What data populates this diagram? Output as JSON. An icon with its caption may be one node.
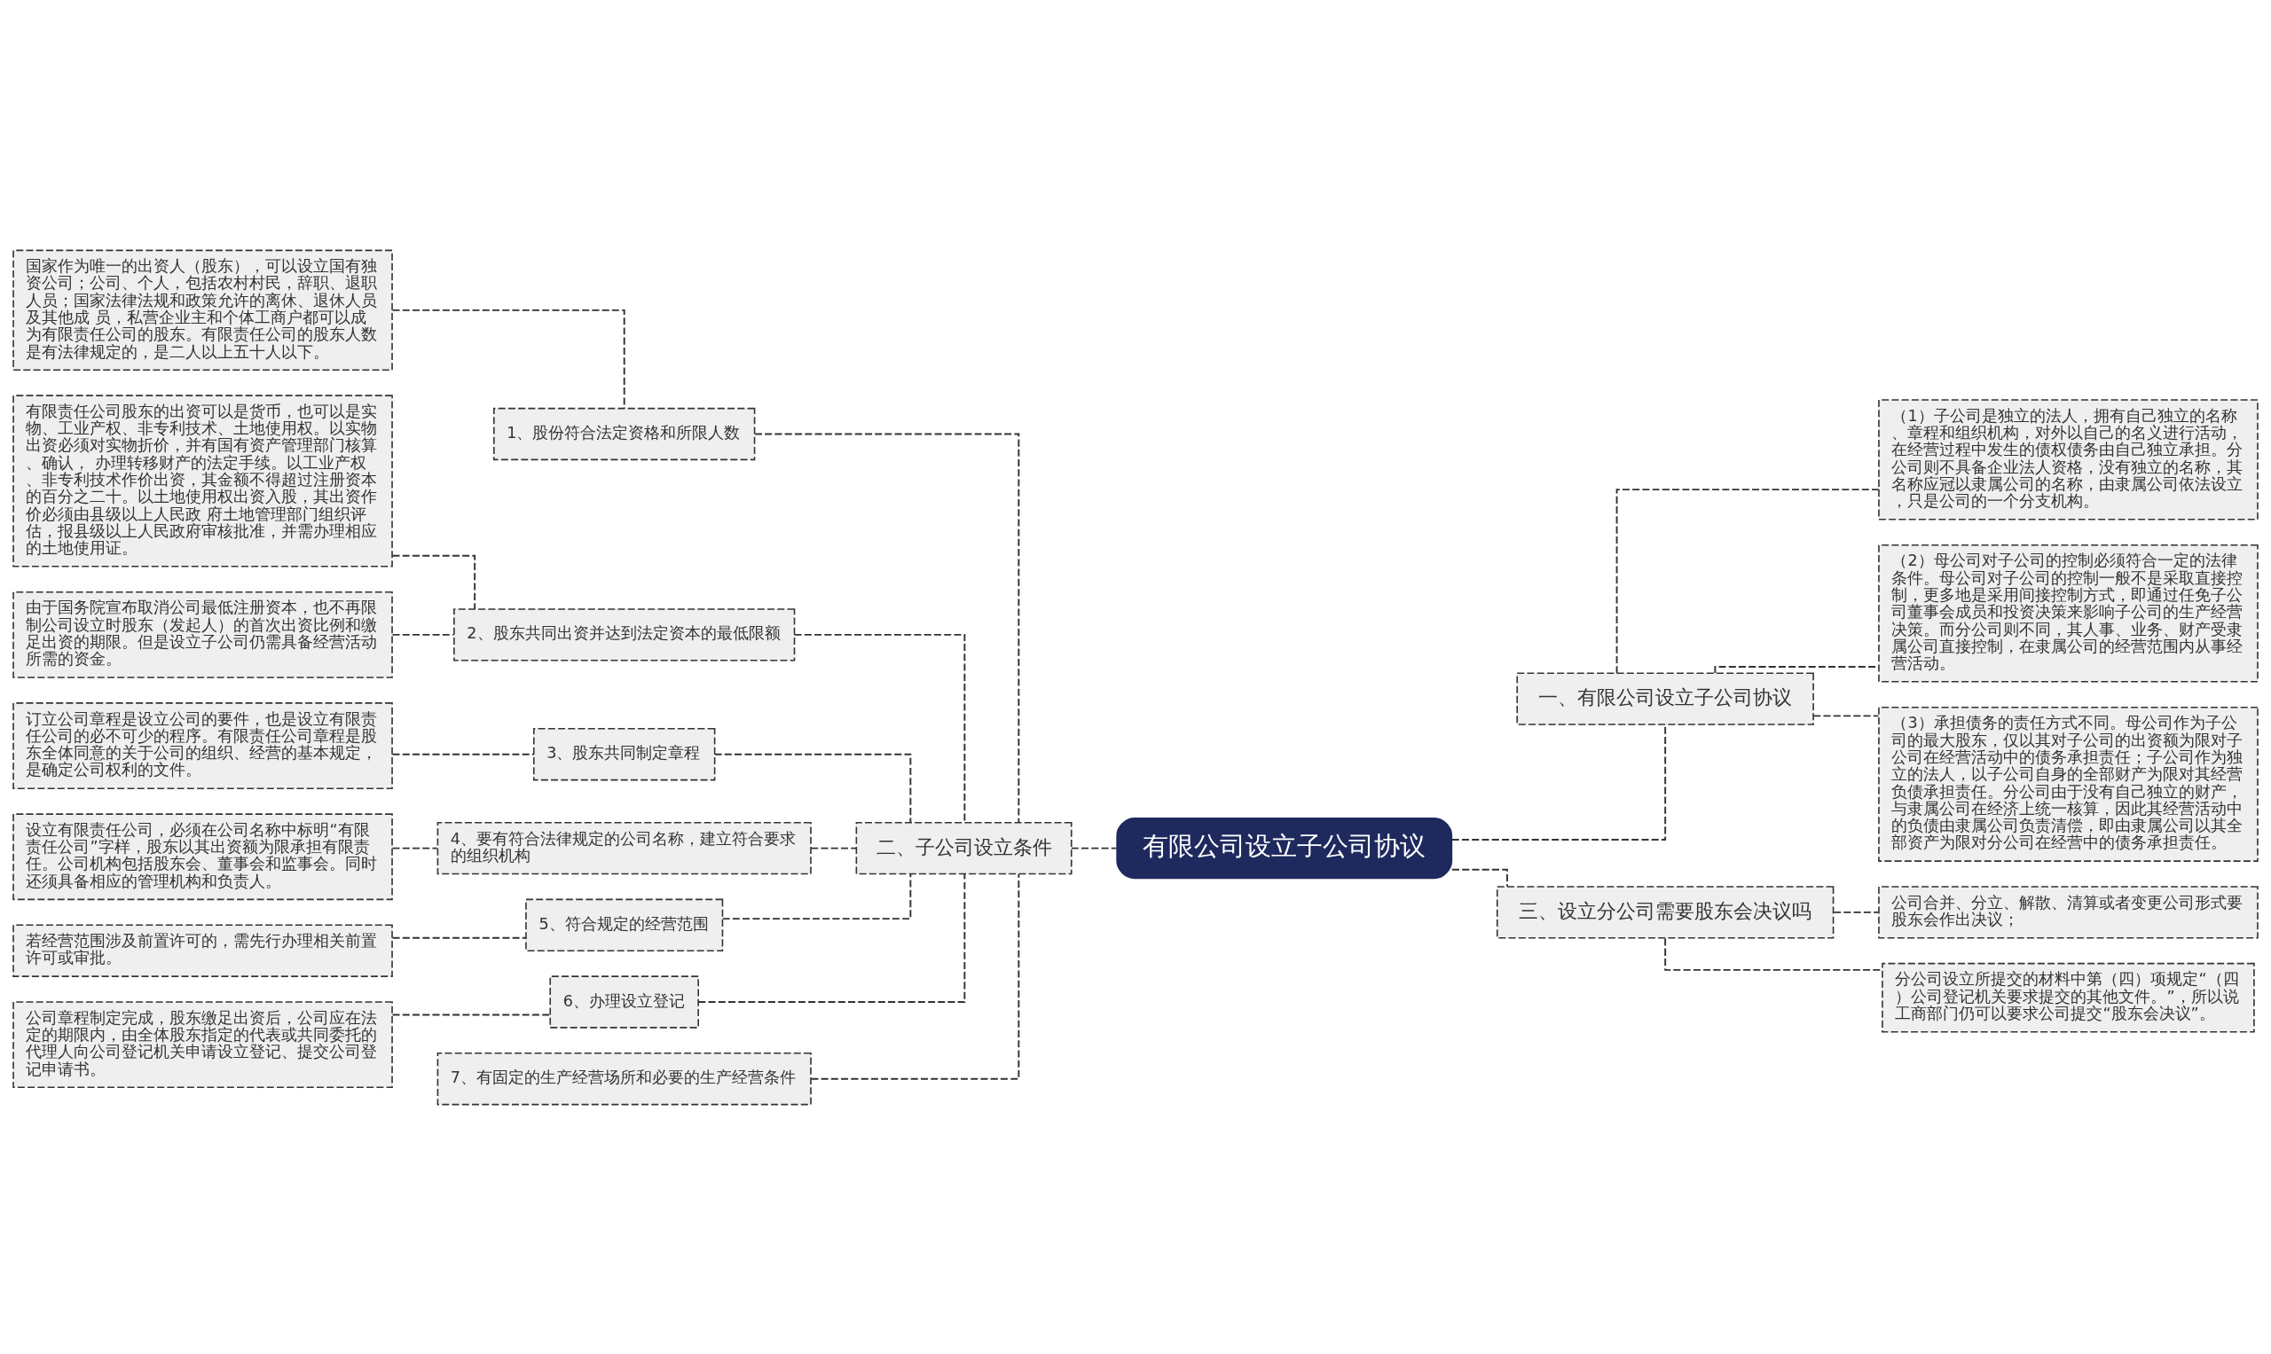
{
  "diagram": {
    "nodes": [
      {
        "text": [
          "有限公司设立子公司协议"
        ]
      },
      {
        "text": [
          "二、子公司设立条件"
        ]
      },
      {
        "text": [
          "1、股份符合法定资格和所限人数"
        ]
      },
      {
        "text": [
          "国家作为唯一的出资人（股东），可以设立国有独资公司；公司、个人，包括农村村民，辞职、退职人员；国家法律法规和政策允许的离休、退休人员及其他成 员，私营企业主和个体工商户都可以成为有限责任公司的股东。有限责任公司的股东人数是有法律规定的，是二人以上五十人以下。"
        ]
      },
      {
        "text": [
          "2、股东共同出资并达到法定资本的最低限额"
        ]
      },
      {
        "text": [
          "有限责任公司股东的出资可以是货币，也可以是实物、工业产权、非专利技术、土地使用权。以实物出资必须对实物折价，并有国有资产管理部门核算、确认， 办理转移财产的法定手续。以工业产权、非专利技术作价出资，其金额不得超过注册资本的百分之二十。以土地使用权出资入股，其出资作价必须由县级以上人民政 府土地管理部门组织评估，报县级以上人民政府审核批准，并需办理相应的土地使用证。"
        ]
      },
      {
        "text": [
          "由于国务院宣布取消公司最低注册资本，也不再限制公司设立时股东（发起人）的首次出资比例和缴足出资的期限。但是设立子公司仍需具备经营活动所需的资金。"
        ]
      },
      {
        "text": [
          "3、股东共同制定章程"
        ]
      },
      {
        "text": [
          "订立公司章程是设立公司的要件，也是设立有限责任公司的必不可少的程序。有限责任公司章程是股东全体同意的关于公司的组织、经营的基本规定，是确定公司权利的文件。"
        ]
      },
      {
        "text": [
          "4、要有符合法律规定的公司名称，建立符合要求的组织机构"
        ]
      },
      {
        "text": [
          "设立有限责任公司，必须在公司名称中标明“有限责任公司”字样，股东以其出资额为限承担有限责任。公司机构包括股东会、董事会和监事会。同时还须具备相应的管理机构和负责人。"
        ]
      },
      {
        "text": [
          "5、符合规定的经营范围"
        ]
      },
      {
        "text": [
          "若经营范围涉及前置许可的，需先行办理相关前置许可或审批。"
        ]
      },
      {
        "text": [
          "6、办理设立登记"
        ]
      },
      {
        "text": [
          "公司章程制定完成，股东缴足出资后，公司应在法定的期限内，由全体股东指定的代表或共同委托的代理人向公司登记机关申请设立登记、提交公司登记申请书。"
        ]
      },
      {
        "text": [
          "7、有固定的生产经营场所和必要的生产经营条件"
        ]
      },
      {
        "text": [
          "一、有限公司设立子公司协议"
        ]
      },
      {
        "text": [
          "（1）子公司是独立的法人，拥有自己独立的名称、章程和组织机构，对外以自己的名义进行活动，在经营过程中发生的债权债务由自己独立承担。分公司则不具备企业法人资格，没有独立的名称，其名称应冠以隶属公司的名称，由隶属公司依法设立，只是公司的一个分支机构。"
        ]
      },
      {
        "text": [
          "（2）母公司对子公司的控制必须符合一定的法律条件。母公司对子公司的控制一般不是采取直接控制，更多地是采用间接控制方式，即通过任免子公司董事会成员和投资决策来影响子公司的生产经营决策。而分公司则不同，其人事、业务、财产受隶属公司直接控制，在隶属公司的经营范围内从事经营活动。"
        ]
      },
      {
        "text": [
          "（3）承担债务的责任方式不同。母公司作为子公司的最大股东，仅以其对子公司的出资额为限对子公司在经营活动中的债务承担责任；子公司作为独立的法人，以子公司自身的全部财产为限对其经营负债承担责任。分公司由于没有自己独立的财产，与隶属公司在经济上统一核算，因此其经营活动中的负债由隶属公司负责清偿，即由隶属公司以其全部资产为限对分公司在经营中的债务承担责任。"
        ]
      },
      {
        "text": [
          "三、设立分公司需要股东会决议吗"
        ]
      },
      {
        "text": [
          "公司合并、分立、解散、清算或者变更公司形式要股东会作出决议；"
        ]
      },
      {
        "text": [
          "分公司设立所提交的材料中第（四）项规定“（四）公司登记机关要求提交的其他文件。”，所以说工商部门仍可以要求公司提交“股东会决议”。"
        ]
      }
    ],
    "edges": [
      {
        "from": 0,
        "to": 1,
        "arrow": "none",
        "style": "dashed"
      },
      {
        "from": 1,
        "to": 2,
        "arrow": "none",
        "style": "dashed"
      },
      {
        "from": 2,
        "to": 3,
        "arrow": "none",
        "style": "dashed"
      },
      {
        "from": 1,
        "to": 4,
        "arrow": "none",
        "style": "dashed"
      },
      {
        "from": 4,
        "to": 5,
        "arrow": "none",
        "style": "dashed"
      },
      {
        "from": 4,
        "to": 6,
        "arrow": "none",
        "style": "dashed"
      },
      {
        "from": 1,
        "to": 7,
        "arrow": "none",
        "style": "dashed"
      },
      {
        "from": 7,
        "to": 8,
        "arrow": "none",
        "style": "dashed"
      },
      {
        "from": 1,
        "to": 9,
        "arrow": "none",
        "style": "dashed"
      },
      {
        "from": 9,
        "to": 10,
        "arrow": "none",
        "style": "dashed"
      },
      {
        "from": 1,
        "to": 11,
        "arrow": "none",
        "style": "dashed"
      },
      {
        "from": 11,
        "to": 12,
        "arrow": "none",
        "style": "dashed"
      },
      {
        "from": 1,
        "to": 13,
        "arrow": "none",
        "style": "dashed"
      },
      {
        "from": 13,
        "to": 14,
        "arrow": "none",
        "style": "dashed"
      },
      {
        "from": 1,
        "to": 15,
        "arrow": "none",
        "style": "dashed"
      },
      {
        "from": 0,
        "to": 16,
        "arrow": "none",
        "style": "dashed"
      },
      {
        "from": 16,
        "to": 17,
        "arrow": "none",
        "style": "dashed"
      },
      {
        "from": 16,
        "to": 18,
        "arrow": "none",
        "style": "dashed"
      },
      {
        "from": 16,
        "to": 19,
        "arrow": "none",
        "style": "dashed"
      },
      {
        "from": 0,
        "to": 20,
        "arrow": "none",
        "style": "dashed"
      },
      {
        "from": 20,
        "to": 21,
        "arrow": "none",
        "style": "dashed"
      },
      {
        "from": 20,
        "to": 22,
        "arrow": "none",
        "style": "dashed"
      }
    ]
  }
}
